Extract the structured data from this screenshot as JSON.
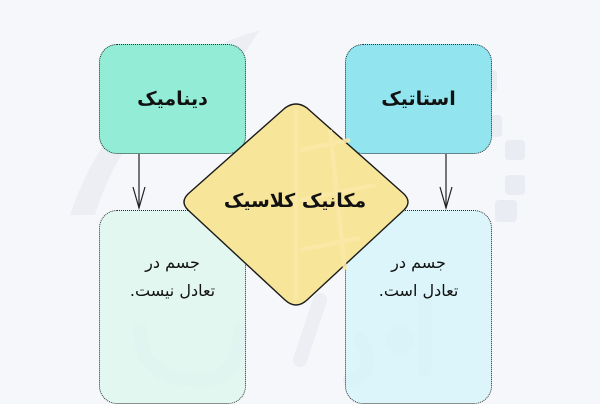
{
  "diagram": {
    "center": {
      "label": "مکانیک کلاسیک",
      "fill": "#f7e59a"
    },
    "branches": [
      {
        "title": "دینامیک",
        "title_fill": "#92ecd6",
        "description": "جسم در\nتعادل نیست.",
        "description_fill": "#e3f8f1"
      },
      {
        "title": "استاتیک",
        "title_fill": "#92e4ef",
        "description": "جسم در\nتعادل است.",
        "description_fill": "#dff5fa"
      }
    ],
    "edges": [
      {
        "from": "دینامیک",
        "to": "جسم در تعادل نیست."
      },
      {
        "from": "استاتیک",
        "to": "جسم در تعادل است."
      }
    ],
    "background": "#f6f7fa"
  }
}
